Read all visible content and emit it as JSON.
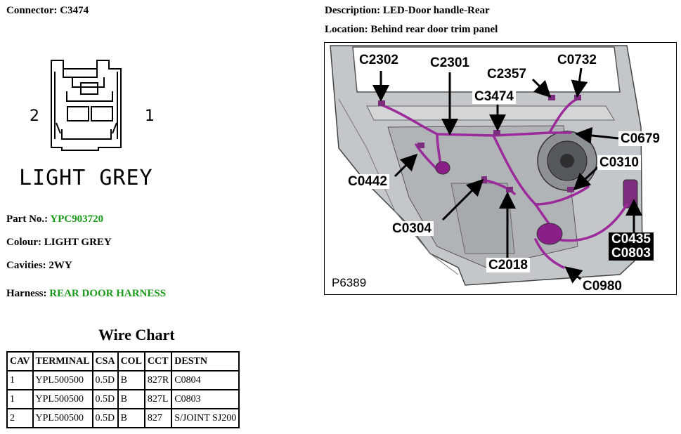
{
  "header": {
    "connector_label": "Connector:",
    "connector_value": "C3474",
    "description_label": "Description:",
    "description_value": "LED-Door handle-Rear",
    "location_label": "Location:",
    "location_value": "Behind rear door trim panel"
  },
  "connector_view": {
    "cavity_left": "2",
    "cavity_right": "1",
    "color_caption": "LIGHT GREY"
  },
  "details": {
    "part_label": "Part No.:",
    "part_value": "YPC903720",
    "colour_label": "Colour:",
    "colour_value": "LIGHT GREY",
    "cavities_label": "Cavities:",
    "cavities_value": "2WY",
    "harness_label": "Harness:",
    "harness_value": "REAR DOOR HARNESS"
  },
  "colors": {
    "green_text": "#1a9a1a",
    "harness_purple": "#9b2a9b",
    "door_panel_grey": "#b9bcbf"
  },
  "wire_chart": {
    "title": "Wire Chart",
    "headers": [
      "CAV",
      "TERMINAL",
      "CSA",
      "COL",
      "CCT",
      "DESTN"
    ],
    "rows": [
      [
        "1",
        "YPL500500",
        "0.5D",
        "B",
        "827R",
        "C0804"
      ],
      [
        "1",
        "YPL500500",
        "0.5D",
        "B",
        "827L",
        "C0803"
      ],
      [
        "2",
        "YPL500500",
        "0.5D",
        "B",
        "827",
        "S/JOINT SJ200"
      ]
    ]
  },
  "figure": {
    "id": "P6389",
    "callouts": {
      "c2302": "C2302",
      "c2301": "C2301",
      "c2357": "C2357",
      "c0732": "C0732",
      "c3474": "C3474",
      "c0679": "C0679",
      "c0310": "C0310",
      "c0442": "C0442",
      "c0304": "C0304",
      "c2018": "C2018",
      "c0435": "C0435",
      "c0803": "C0803",
      "c0980": "C0980"
    }
  }
}
